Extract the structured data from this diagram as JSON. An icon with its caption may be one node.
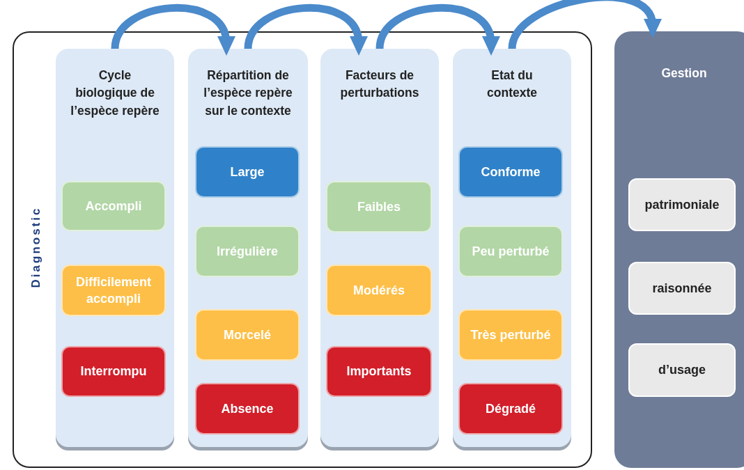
{
  "diagram": {
    "nodes": [
      {
        "text": [
          "Diagnostic"
        ]
      },
      {
        "text": [
          "Cycle biologique de l’espèce repère"
        ],
        "in": 0
      },
      {
        "text": [
          "Accompli"
        ],
        "in": 1
      },
      {
        "text": [
          "Difficilement accompli"
        ],
        "in": 1
      },
      {
        "text": [
          "Interrompu"
        ],
        "in": 1
      },
      {
        "text": [
          "Répartition de l’espèce repère sur le contexte"
        ],
        "in": 0
      },
      {
        "text": [
          "Large"
        ],
        "in": 5
      },
      {
        "text": [
          "Irrégulière"
        ],
        "in": 5
      },
      {
        "text": [
          "Morcelé"
        ],
        "in": 5
      },
      {
        "text": [
          "Absence"
        ],
        "in": 5
      },
      {
        "text": [
          "Facteurs de perturbations"
        ],
        "in": 0
      },
      {
        "text": [
          "Faibles"
        ],
        "in": 10
      },
      {
        "text": [
          "Modérés"
        ],
        "in": 10
      },
      {
        "text": [
          "Importants"
        ],
        "in": 10
      },
      {
        "text": [
          "Etat du contexte"
        ],
        "in": 0
      },
      {
        "text": [
          "Conforme"
        ],
        "in": 14
      },
      {
        "text": [
          "Peu perturbé"
        ],
        "in": 14
      },
      {
        "text": [
          "Très perturbé"
        ],
        "in": 14
      },
      {
        "text": [
          "Dégradé"
        ],
        "in": 14
      },
      {
        "text": [
          "Gestion"
        ]
      },
      {
        "text": [
          "patrimoniale"
        ],
        "in": 19
      },
      {
        "text": [
          "raisonnée"
        ],
        "in": 19
      },
      {
        "text": [
          "d’usage"
        ],
        "in": 19
      }
    ],
    "edges": [
      {
        "from": 1,
        "to": 5,
        "arrow": "to"
      },
      {
        "from": 5,
        "to": 10,
        "arrow": "to"
      },
      {
        "from": 10,
        "to": 14,
        "arrow": "to"
      },
      {
        "from": 14,
        "to": 19,
        "arrow": "to"
      }
    ]
  }
}
